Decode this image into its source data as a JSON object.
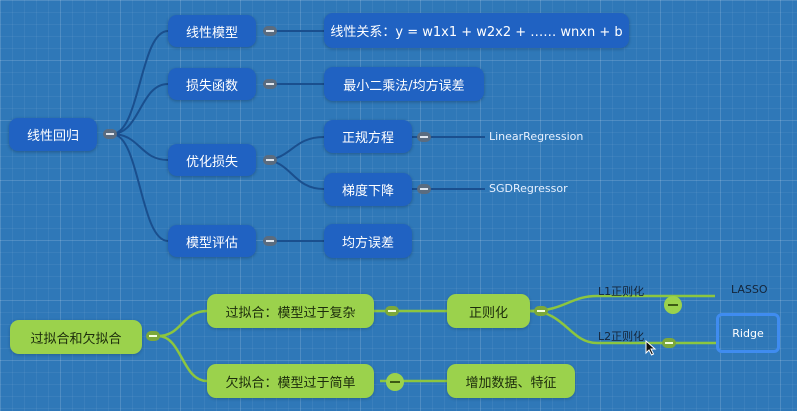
{
  "colors": {
    "background": "#2f78b8",
    "blue_node": "#2062c2",
    "green_node": "#9bd24c",
    "highlight": "#3f8cf0"
  },
  "linear": {
    "root": "线性回归",
    "model": "线性模型",
    "model_detail": "线性关系：y = w1x1 + w2x2 + …… wnxn + b",
    "loss": "损失函数",
    "loss_detail": "最小二乘法/均方误差",
    "optimize": "优化损失",
    "normal_eq": "正规方程",
    "normal_eq_api": "LinearRegression",
    "gd": "梯度下降",
    "gd_api": "SGDRegressor",
    "eval": "模型评估",
    "eval_detail": "均方误差"
  },
  "fitting": {
    "root": "过拟合和欠拟合",
    "overfit": "过拟合：模型过于复杂",
    "regularization": "正则化",
    "l1": "L1正则化",
    "lasso": "LASSO",
    "l2": "L2正则化",
    "ridge": "Ridge",
    "underfit": "欠拟合：模型过于简单",
    "underfit_fix": "增加数据、特征"
  },
  "icons": {
    "collapse": "collapse-icon",
    "cursor": "mouse-pointer-icon"
  }
}
